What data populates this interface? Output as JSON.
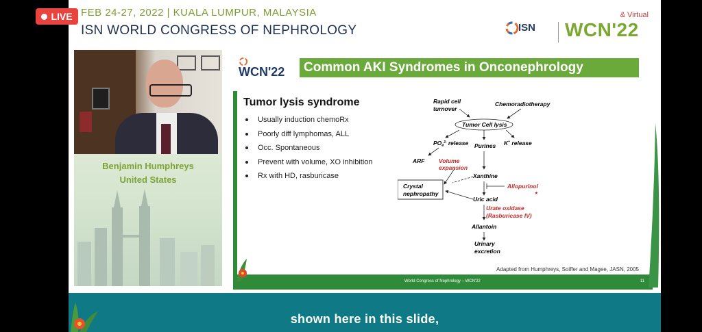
{
  "live_badge": {
    "label": "LIVE"
  },
  "event": {
    "date_location": "FEB 24-27, 2022 | KUALA LUMPUR, MALAYSIA",
    "name": "ISN WORLD CONGRESS OF NEPHROLOGY",
    "logo_isn": "ISN",
    "logo_wcn": "WCN'22",
    "logo_virtual": "& Virtual"
  },
  "speaker": {
    "name": "Benjamin Humphreys",
    "country": "United States"
  },
  "slide": {
    "logo_wcn": "WCN'22",
    "title": "Common AKI Syndromes in Onconephrology",
    "section_title": "Tumor lysis syndrome",
    "bullets": [
      "Usually induction chemoRx",
      "Poorly diff lymphomas, ALL",
      "Occ. Spontaneous",
      "Prevent with volume, XO inhibition",
      "Rx with HD, rasburicase"
    ],
    "diagram": {
      "rapid_cell_turnover_1": "Rapid cell",
      "rapid_cell_turnover_2": "turnover",
      "chemoradiotherapy": "Chemoradiotherapy",
      "tumor_cell_lysis": "Tumor Cell lysis",
      "po4_release": "PO",
      "po4_sub": "4",
      "po4_sup": "3-",
      "po4_release_suffix": " release",
      "purines": "Purines",
      "k_release": "K",
      "k_sup": "+",
      "k_release_suffix": " release",
      "arf": "ARF",
      "volume_expansion_1": "Volume",
      "volume_expansion_2": "expansion",
      "xanthine": "Xanthine",
      "allopurinol": "Allopurinol",
      "crystal_nephropathy_1": "Crystal",
      "crystal_nephropathy_2": "nephropathy",
      "uric_acid": "Uric acid",
      "urate_oxidase_1": "Urate oxidase",
      "urate_oxidase_2": "(Rasburicase IV)",
      "allantoin": "Allantoin",
      "urinary_excretion_1": "Urinary",
      "urinary_excretion_2": "excretion"
    },
    "citation": "Adapted from Humphreys, Soiffer and Magee, JASN, 2005",
    "footer": "World Congress of Nephrology – WCN'22",
    "page_number": "11"
  },
  "caption": "shown here in this slide,",
  "colors": {
    "live_red": "#e8433f",
    "event_green": "#7c9e31",
    "event_navy": "#1e3050",
    "slide_green": "#6aaa3a",
    "footer_green": "#2f8b3a",
    "caption_teal": "#0f7a85",
    "diagram_red": "#c62828"
  }
}
